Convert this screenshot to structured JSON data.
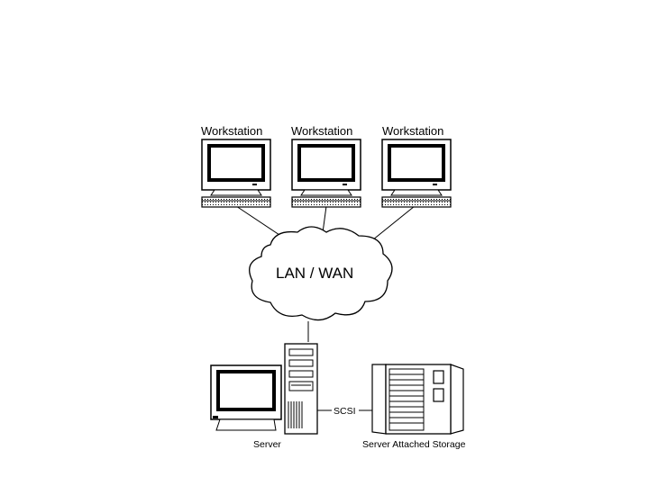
{
  "diagram": {
    "workstations": [
      {
        "label": "Workstation"
      },
      {
        "label": "Workstation"
      },
      {
        "label": "Workstation"
      }
    ],
    "network": {
      "label": "LAN / WAN"
    },
    "server": {
      "label": "Server"
    },
    "link": {
      "label": "SCSI"
    },
    "storage": {
      "label": "Server Attached Storage"
    }
  }
}
